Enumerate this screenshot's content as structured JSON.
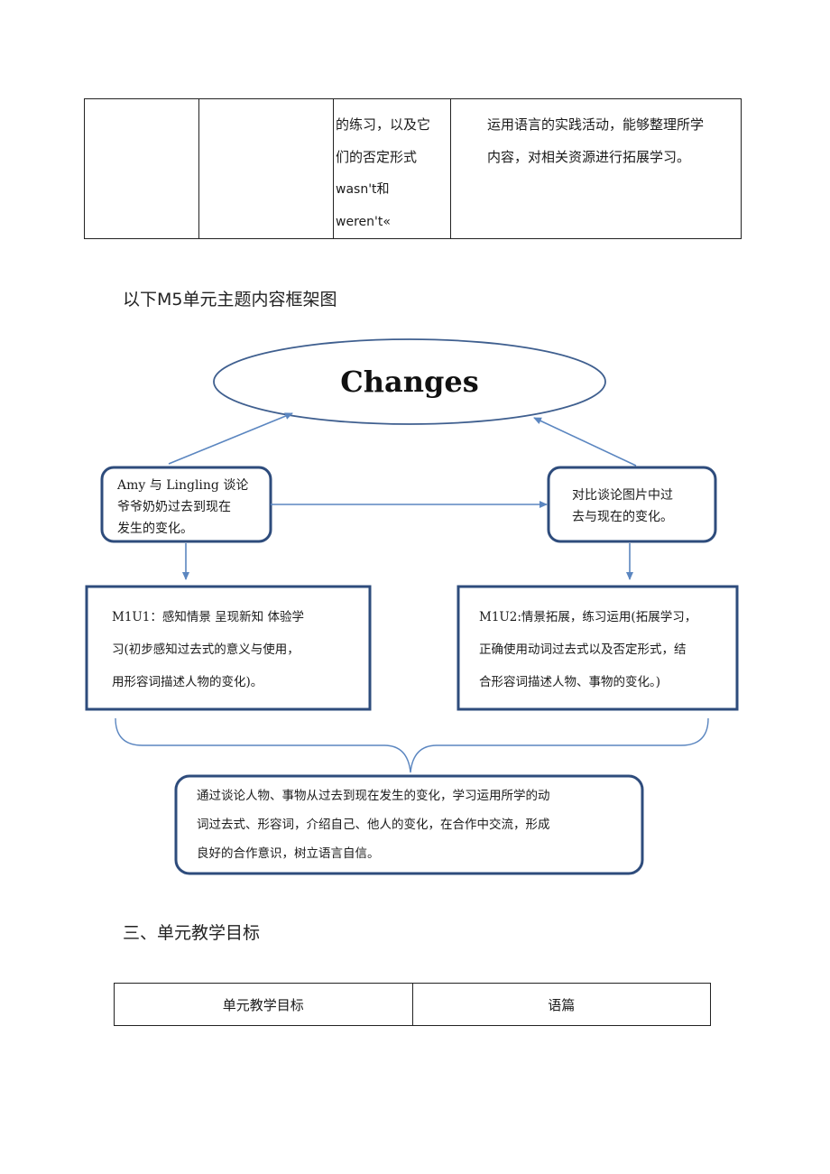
{
  "top_table": {
    "col3_lines": [
      "的练习，以及它",
      "们的否定形式",
      "wasn't和",
      "weren't«"
    ],
    "col4_lines": [
      "运用语言的实践活动，能够整理所学",
      "内容，对相关资源进行拓展学习。"
    ]
  },
  "framework_heading": "以下M5单元主题内容框架图",
  "diagram": {
    "center_title": "Changes",
    "left_box_lines": [
      "Amy 与 Lingling 谈论",
      "爷爷奶奶过去到现在",
      "发生的变化。"
    ],
    "right_box_lines": [
      "对比谈论图片中过",
      "去与现在的变化。"
    ],
    "m1u1_lines": [
      "M1U1：感知情景  呈现新知  体验学",
      "习(初步感知过去式的意义与使用，",
      "用形容词描述人物的变化)。"
    ],
    "m1u2_lines": [
      "M1U2:情景拓展，练习运用(拓展学习，",
      "正确使用动词过去式以及否定形式，结",
      "合形容词描述人物、事物的变化。)"
    ],
    "summary_lines": [
      "通过谈论人物、事物从过去到现在发生的变化，学习运用所学的动",
      "词过去式、形容词，介绍自己、他人的变化，在合作中交流，形成",
      "良好的合作意识，树立语言自信。"
    ]
  },
  "section_heading": "三、单元教学目标",
  "bottom_table": {
    "col1": "单元教学目标",
    "col2": "语篇"
  },
  "colors": {
    "diagram_line": "#3f5f8f",
    "arrow": "#5b86c0",
    "box_border": "#2e4c7c"
  }
}
